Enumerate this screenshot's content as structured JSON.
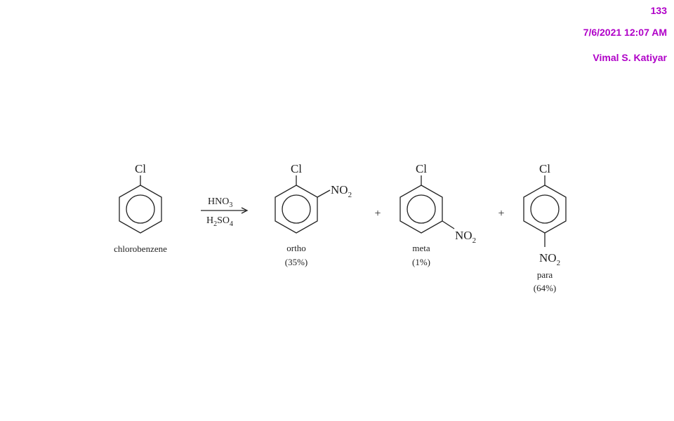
{
  "header": {
    "page_number": "133",
    "datetime": "7/6/2021 12:07 AM",
    "author": "Vimal S. Katiyar"
  },
  "reaction": {
    "reactant": {
      "substituent": "Cl",
      "name": "chlorobenzene"
    },
    "reagents": {
      "top": "HNO",
      "top_sub": "3",
      "bottom_a": "H",
      "bottom_sub1": "2",
      "bottom_b": "SO",
      "bottom_sub2": "4"
    },
    "plus": "+",
    "products": [
      {
        "substituent": "Cl",
        "group": "NO",
        "group_sub": "2",
        "name": "ortho",
        "yield": "(35%)"
      },
      {
        "substituent": "Cl",
        "group": "NO",
        "group_sub": "2",
        "name": "meta",
        "yield": "(1%)"
      },
      {
        "substituent": "Cl",
        "group": "NO",
        "group_sub": "2",
        "name": "para",
        "yield": "(64%)"
      }
    ]
  },
  "colors": {
    "header": "#b000c8",
    "structure": "#222222"
  }
}
